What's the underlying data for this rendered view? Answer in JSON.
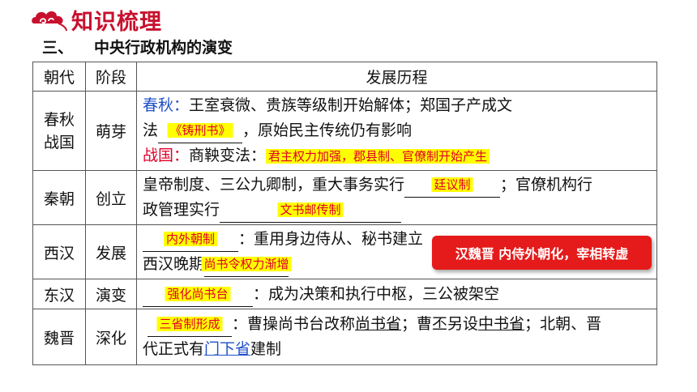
{
  "header": {
    "title": "知识梳理",
    "logo_icon": "cloud-swirl-icon"
  },
  "section": {
    "number": "三、",
    "title": "中央行政机构的演变"
  },
  "table": {
    "headers": [
      "朝代",
      "阶段",
      "发展历程"
    ],
    "rows": [
      {
        "dynasty": "春秋战国",
        "stage": "萌芽",
        "chunqiu_label": "春秋：",
        "chunqiu_text": "王室衰微、贵族等级制开始解体；郑国子产成文",
        "line2_prefix": "法",
        "answer1": "《铸刑书》",
        "line2_suffix": "，原始民主传统仍有影响",
        "zhanguo_label": "战国：",
        "zhanguo_text": "商鞅变法：",
        "answer2": "君主权力加强，郡县制、官僚制开始产生"
      },
      {
        "dynasty": "秦朝",
        "stage": "创立",
        "text1": "皇帝制度、三公九卿制，重大事务实行",
        "answer1": "廷议制",
        "text2": "；官僚机构行",
        "text3": "政管理实行",
        "answer2": "文书邮传制"
      },
      {
        "dynasty": "西汉",
        "stage": "发展",
        "answer1": "内外朝制",
        "text1": "：重用身边侍从、秘书建立",
        "text2": "西汉晚期",
        "answer2": "尚书令权力渐增"
      },
      {
        "dynasty": "东汉",
        "stage": "演变",
        "answer1": "强化尚书台",
        "text1": "：成为决策和执行中枢，三公被架空"
      },
      {
        "dynasty": "魏晋",
        "stage": "深化",
        "answer1": "三省制形成",
        "text1": "：曹操尚书台改称",
        "u1": "尚书省",
        "text2": "；曹丕另设",
        "u2": "中书省",
        "text3": "；北朝、晋",
        "text4": "代正式有",
        "u3": "门下省",
        "text5": "建制"
      }
    ]
  },
  "popup": {
    "text": "汉魏晋 内侍外朝化，宰相转虚"
  },
  "colors": {
    "title_red": "#c8102e",
    "highlight": "#ffff00",
    "answer_red": "#e0002a",
    "blue": "#1f4fc9",
    "popup_bg": "#e51a1a"
  }
}
